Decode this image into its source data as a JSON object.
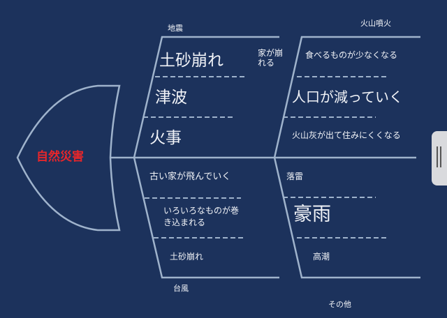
{
  "head": "自然災害",
  "categories": {
    "earthquake": {
      "label": "地震",
      "items": [
        "土砂崩れ",
        "津波",
        "火事"
      ],
      "side_note": "家が崩れる"
    },
    "volcano": {
      "label": "火山噴火",
      "items": [
        "食べるものが少なくなる",
        "人口が減っていく",
        "火山灰が出て住みにくくなる"
      ]
    },
    "typhoon": {
      "label": "台風",
      "items": [
        "古い家が飛んでいく",
        "いろいろなものが巻き込まれる",
        "土砂崩れ"
      ]
    },
    "other": {
      "label": "その他",
      "items": [
        "落雷",
        "豪雨",
        "高潮"
      ]
    }
  },
  "colors": {
    "background": "#1c325c",
    "line": "#9fb3cc",
    "head_text": "#e8262a"
  }
}
